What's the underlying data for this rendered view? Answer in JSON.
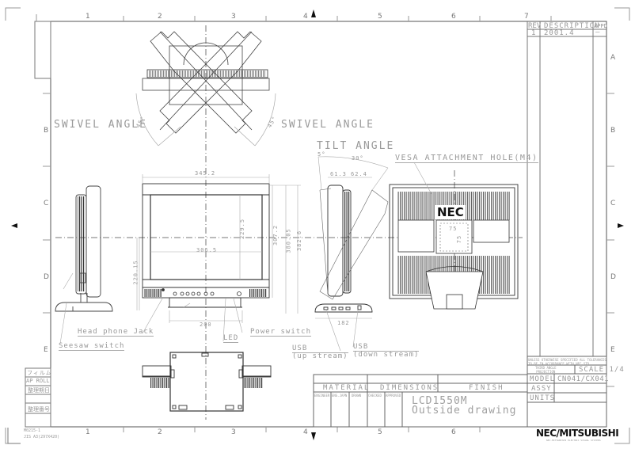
{
  "drawing": {
    "model_name": "LCD1550M",
    "title": "Outside drawing",
    "brand_logo": "NEC/MITSUBISHI",
    "brand_subtitle": "NEC-MITSUBISHI ELECTRIC VISUAL SYSTEMS",
    "panel_logo": "NEC"
  },
  "grid": {
    "columns": [
      "1",
      "2",
      "3",
      "4",
      "5",
      "6",
      "7"
    ],
    "rows": [
      "A",
      "B",
      "C",
      "D",
      "E"
    ]
  },
  "revision_table": {
    "headers": {
      "rev": "REV",
      "description": "DESCRIPTION",
      "appd": "APPD"
    },
    "rows": [
      {
        "rev": "1",
        "description": "2001.4",
        "appd": "—"
      }
    ]
  },
  "title_block": {
    "tolerance_note_line1": "UNLESS OTHERWISE SPECIFIED ALL TOLERANCES",
    "tolerance_note_line2": "TO BE IN ACCORDANCE WITH NEC STD",
    "projection_line1": "THIRD ANGLE",
    "projection_line2": "PROJECTION",
    "scale_label": "SCALE",
    "scale_value": "1/4",
    "model_label": "MODEL",
    "model_value": "CN041/CX041",
    "assy_label": "ASSY",
    "units_label": "UNITS",
    "material_label": "MATERIAL",
    "dimensions_label": "DIMENSIONS",
    "finish_label": "FINISH",
    "signoff": [
      "ENGINEER",
      "ENG.JAPN",
      "DRAWN",
      "CHECKED",
      "APPROVED"
    ]
  },
  "left_stamp": {
    "film": "フィルム",
    "ap_roll": "AP ROLL",
    "label1": "整理期日",
    "label2": "整理番号"
  },
  "footer_code": {
    "line1": "M0215-1",
    "line2": "JIS A3(297X420)"
  },
  "annotations": {
    "swivel_left": "SWIVEL ANGLE",
    "swivel_right": "SWIVEL ANGLE",
    "swivel_deg_left": "45°",
    "swivel_deg_right": "45°",
    "tilt": "TILT ANGLE",
    "tilt_fwd": "5°",
    "tilt_back": "30°",
    "vesa": "VESA ATTACHMENT HOLE(M4)",
    "headphone": "Head phone Jack",
    "seesaw": "Seesaw switch",
    "led": "LED",
    "power": "Power switch",
    "usb_up_1": "USB",
    "usb_up_2": "(up stream)",
    "usb_down_1": "USB",
    "usb_down_2": "(down stream)"
  },
  "dimensions": {
    "overall_width": "345.2",
    "screen_width": "306.5",
    "screen_height": "229.5",
    "bezel_height": "307.2",
    "height_min": "380.05",
    "height_max": "382.6",
    "center_height": "220.15",
    "base_width": "200",
    "base_depth": "182",
    "depth_front": "61.3",
    "depth_rear": "62.4",
    "vesa_h": "75",
    "vesa_v": "75"
  }
}
